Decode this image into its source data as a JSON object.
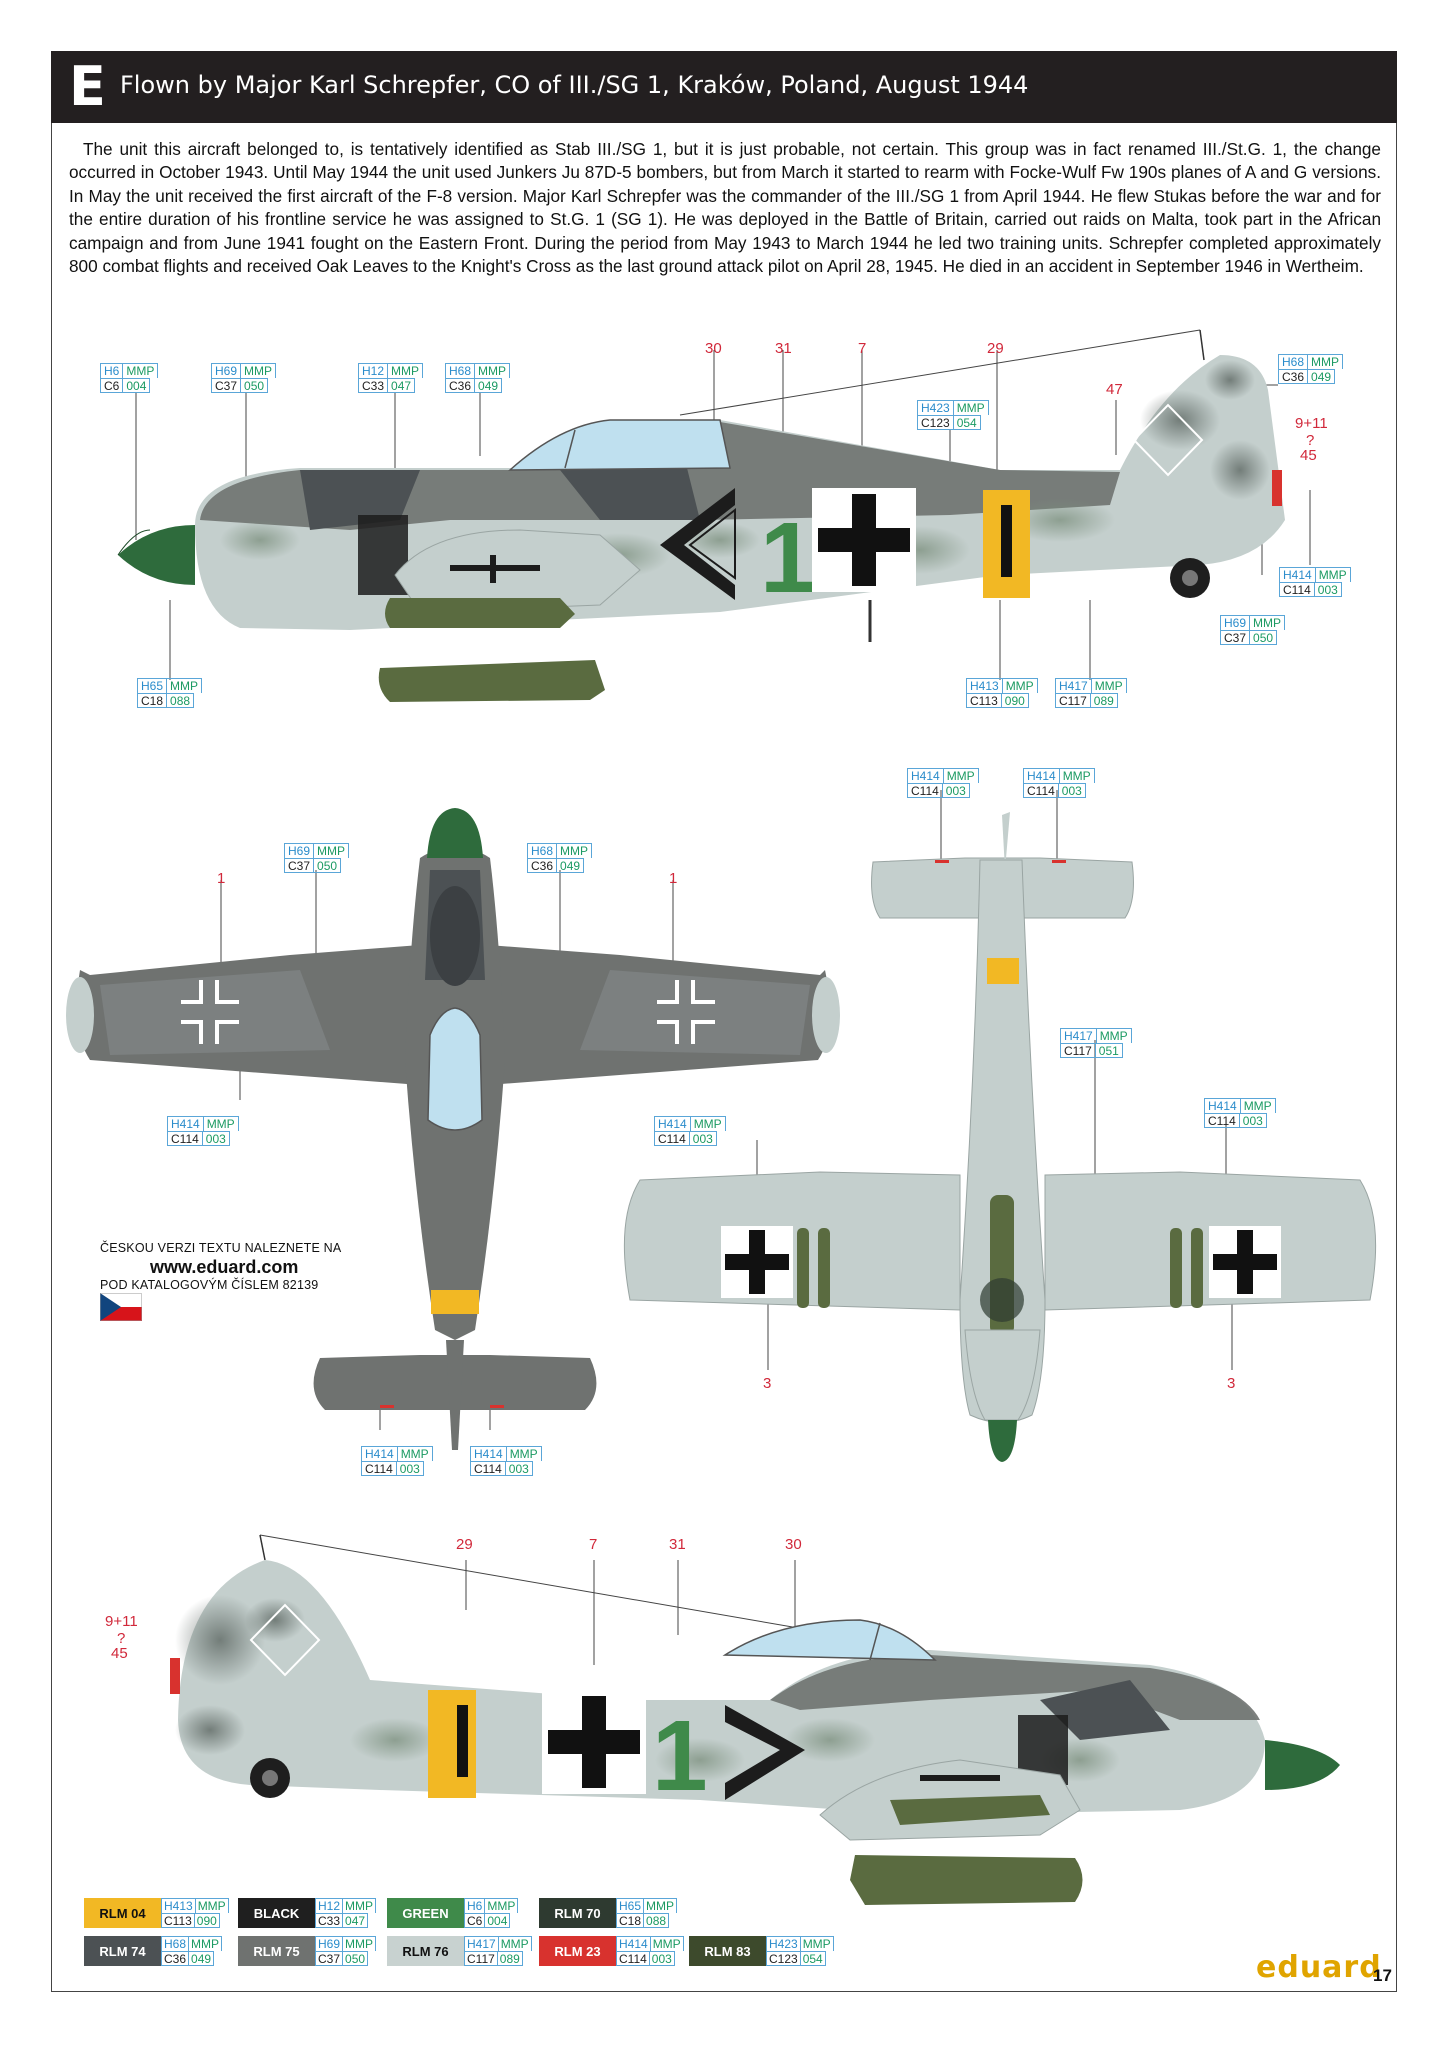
{
  "header": {
    "letter": "E",
    "title": "Flown by Major Karl Schrepfer, CO of III./SG 1, Kraków, Poland, August 1944"
  },
  "description": "The unit this aircraft belonged to, is tentatively identified as Stab III./SG 1, but it is just probable, not certain. This group was in fact renamed III./St.G. 1, the change occurred in October 1943. Until May 1944 the unit used Junkers Ju 87D-5 bombers, but from March it started to rearm with Focke-Wulf Fw 190s planes of A and G versions. In May the unit received the first aircraft of the F-8 version. Major Karl Schrepfer was the commander of the III./SG 1 from April 1944. He flew Stukas before the war and for the entire duration of his frontline service he was assigned to St.G. 1 (SG 1). He was deployed in the Battle of Britain, carried out raids on Malta, took part in the African campaign and from June 1941 fought on the Eastern Front. During the period from May 1943 to March 1944 he led two training units. Schrepfer completed approximately 800 combat flights and received Oak Leaves to the Knight's Cross as the last ground attack pilot on April 28, 1945. He died in an accident in September 1946 in Wertheim.",
  "aircraft": {
    "fuselage_number": "1",
    "top_profile_callouts": [
      "30",
      "31",
      "7",
      "29",
      "47",
      "9+11",
      "?",
      "45"
    ],
    "bottom_profile_callouts": [
      "29",
      "7",
      "31",
      "30",
      "9+11",
      "?",
      "45"
    ],
    "top_view_callouts": [
      "1",
      "1"
    ],
    "bottom_view_callouts": [
      "3",
      "3"
    ]
  },
  "paint_badges": {
    "p1_h6": {
      "h": "H6",
      "mmp": "MMP",
      "c": "C6",
      "cv": "004"
    },
    "p1_h69": {
      "h": "H69",
      "mmp": "MMP",
      "c": "C37",
      "cv": "050"
    },
    "p1_h12": {
      "h": "H12",
      "mmp": "MMP",
      "c": "C33",
      "cv": "047"
    },
    "p1_h68": {
      "h": "H68",
      "mmp": "MMP",
      "c": "C36",
      "cv": "049"
    },
    "p1_h423": {
      "h": "H423",
      "mmp": "MMP",
      "c": "C123",
      "cv": "054"
    },
    "p1_h68_tail": {
      "h": "H68",
      "mmp": "MMP",
      "c": "C36",
      "cv": "049"
    },
    "p1_h414": {
      "h": "H414",
      "mmp": "MMP",
      "c": "C114",
      "cv": "003"
    },
    "p1_h69_tail": {
      "h": "H69",
      "mmp": "MMP",
      "c": "C37",
      "cv": "050"
    },
    "p1_h65": {
      "h": "H65",
      "mmp": "MMP",
      "c": "C18",
      "cv": "088"
    },
    "p1_h413": {
      "h": "H413",
      "mmp": "MMP",
      "c": "C113",
      "cv": "090"
    },
    "p1_h417": {
      "h": "H417",
      "mmp": "MMP",
      "c": "C117",
      "cv": "089"
    },
    "tv_h69": {
      "h": "H69",
      "mmp": "MMP",
      "c": "C37",
      "cv": "050"
    },
    "tv_h68": {
      "h": "H68",
      "mmp": "MMP",
      "c": "C36",
      "cv": "049"
    },
    "tv_h414": {
      "h": "H414",
      "mmp": "MMP",
      "c": "C114",
      "cv": "003"
    },
    "tv_h414_b": {
      "h": "H414",
      "mmp": "MMP",
      "c": "C114",
      "cv": "003"
    },
    "tv_h414_c": {
      "h": "H414",
      "mmp": "MMP",
      "c": "C114",
      "cv": "003"
    },
    "tv_h414_d": {
      "h": "H414",
      "mmp": "MMP",
      "c": "C114",
      "cv": "003"
    },
    "bv_h414_a": {
      "h": "H414",
      "mmp": "MMP",
      "c": "C114",
      "cv": "003"
    },
    "bv_h414_b": {
      "h": "H414",
      "mmp": "MMP",
      "c": "C114",
      "cv": "003"
    },
    "bv_h417": {
      "h": "H417",
      "mmp": "MMP",
      "c": "C117",
      "cv": "051"
    },
    "bv_h414_c": {
      "h": "H414",
      "mmp": "MMP",
      "c": "C114",
      "cv": "003"
    }
  },
  "language_note": {
    "line1": "ČESKOU VERZI TEXTU NALEZNETE NA",
    "line2": "www.eduard.com",
    "line3": "POD KATALOGOVÝM ČÍSLEM 82139"
  },
  "legend": [
    {
      "name": "RLM 04",
      "color": "#f2b824",
      "text_color": "#111111",
      "h": "H413",
      "mmp": "MMP",
      "c": "C113",
      "cv": "090"
    },
    {
      "name": "BLACK",
      "color": "#1f1f1f",
      "text_color": "#ffffff",
      "h": "H12",
      "mmp": "MMP",
      "c": "C33",
      "cv": "047"
    },
    {
      "name": "GREEN",
      "color": "#3f8a4a",
      "text_color": "#ffffff",
      "h": "H6",
      "mmp": "MMP",
      "c": "C6",
      "cv": "004"
    },
    {
      "name": "RLM 70",
      "color": "#2e3a30",
      "text_color": "#ffffff",
      "h": "H65",
      "mmp": "MMP",
      "c": "C18",
      "cv": "088"
    },
    {
      "name": "RLM 74",
      "color": "#4c5154",
      "text_color": "#ffffff",
      "h": "H68",
      "mmp": "MMP",
      "c": "C36",
      "cv": "049"
    },
    {
      "name": "RLM 75",
      "color": "#6f7270",
      "text_color": "#ffffff",
      "h": "H69",
      "mmp": "MMP",
      "c": "C37",
      "cv": "050"
    },
    {
      "name": "RLM 76",
      "color": "#c8d2d0",
      "text_color": "#111111",
      "h": "H417",
      "mmp": "MMP",
      "c": "C117",
      "cv": "089"
    },
    {
      "name": "RLM 23",
      "color": "#d8322e",
      "text_color": "#ffffff",
      "h": "H414",
      "mmp": "MMP",
      "c": "C114",
      "cv": "003"
    },
    {
      "name": "RLM 83",
      "color": "#3d4a2c",
      "text_color": "#ffffff",
      "h": "H423",
      "mmp": "MMP",
      "c": "C123",
      "cv": "054"
    }
  ],
  "brand": "eduard",
  "page_number": "17",
  "colors": {
    "rlm74": "#565b5e",
    "rlm75": "#7b7f80",
    "rlm76": "#c4cfcd",
    "rlm04": "#f2b824",
    "green": "#3f8a4a",
    "rlm70": "#2e3a30",
    "rlm23": "#d8322e",
    "callout_red": "#d1283a"
  }
}
